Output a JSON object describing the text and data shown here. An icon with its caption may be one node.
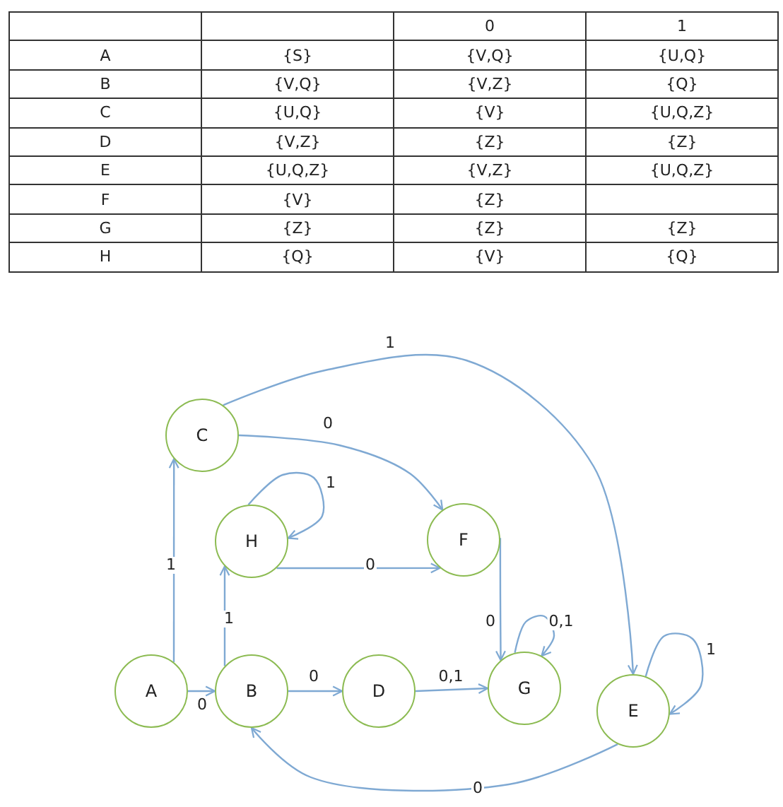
{
  "diagram": {
    "nodes": [
      {
        "text": [
          "C"
        ]
      },
      {
        "text": [
          "H"
        ]
      },
      {
        "text": [
          "F"
        ]
      },
      {
        "text": [
          "A"
        ]
      },
      {
        "text": [
          "B"
        ]
      },
      {
        "text": [
          "D"
        ]
      },
      {
        "text": [
          "G"
        ]
      },
      {
        "text": [
          "E"
        ]
      }
    ],
    "edges": [
      {
        "from": 3,
        "to": 0,
        "arrow": "to",
        "label": "1"
      },
      {
        "from": 3,
        "to": 4,
        "arrow": "to",
        "label": "0"
      },
      {
        "from": 4,
        "to": 1,
        "arrow": "to",
        "label": "1"
      },
      {
        "from": 4,
        "to": 5,
        "arrow": "to",
        "label": "0"
      },
      {
        "from": 5,
        "to": 6,
        "arrow": "to",
        "label": "0,1"
      },
      {
        "from": 1,
        "to": 2,
        "arrow": "to",
        "label": "0"
      },
      {
        "from": 1,
        "to": 1,
        "arrow": "to",
        "label": "1"
      },
      {
        "from": 0,
        "to": 2,
        "arrow": "to",
        "label": "0"
      },
      {
        "from": 0,
        "to": 7,
        "arrow": "to",
        "label": "1"
      },
      {
        "from": 2,
        "to": 6,
        "arrow": "to",
        "label": "0"
      },
      {
        "from": 6,
        "to": 6,
        "arrow": "to",
        "label": "0,1"
      },
      {
        "from": 7,
        "to": 7,
        "arrow": "to",
        "label": "1"
      },
      {
        "from": 7,
        "to": 4,
        "arrow": "to",
        "label": "0"
      }
    ],
    "labels": [
      "0",
      "1",
      "A",
      "{S}",
      "{V,Q}",
      "{U,Q}",
      "B",
      "{V,Q}",
      "{V,Z}",
      "{Q}",
      "C",
      "{U,Q}",
      "{V}",
      "{U,Q,Z}",
      "D",
      "{V,Z}",
      "{Z}",
      "{Z}",
      "E",
      "{U,Q,Z}",
      "{V,Z}",
      "{U,Q,Z}",
      "F",
      "{V}",
      "{Z}",
      "G",
      "{Z}",
      "{Z}",
      "{Z}",
      "H",
      "{Q}",
      "{V}",
      "{Q}"
    ]
  }
}
